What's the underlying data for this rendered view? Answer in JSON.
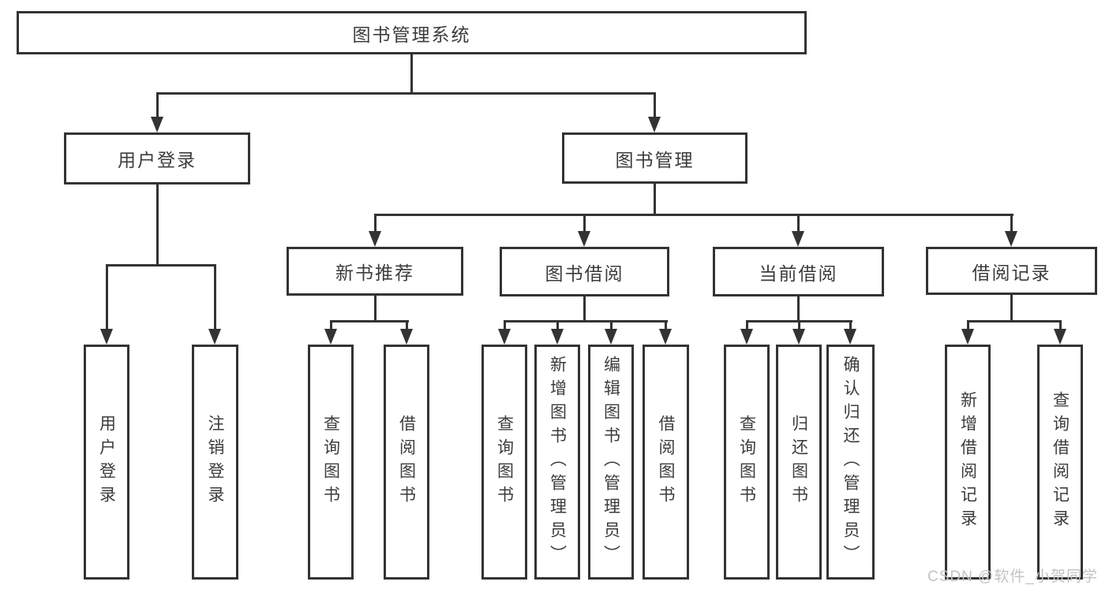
{
  "colors": {
    "line": "#333333",
    "text": "#3c3c3c",
    "background": "#ffffff",
    "watermark": "#c3c3c3"
  },
  "tree": {
    "label": "图书管理系统",
    "children": [
      {
        "label": "用户登录",
        "children": [
          {
            "label": "用户登录"
          },
          {
            "label": "注销登录"
          }
        ]
      },
      {
        "label": "图书管理",
        "children": [
          {
            "label": "新书推荐",
            "children": [
              {
                "label": "查询图书"
              },
              {
                "label": "借阅图书"
              }
            ]
          },
          {
            "label": "图书借阅",
            "children": [
              {
                "label": "查询图书"
              },
              {
                "label": "新增图书（管理员）"
              },
              {
                "label": "编辑图书（管理员）"
              },
              {
                "label": "借阅图书"
              }
            ]
          },
          {
            "label": "当前借阅",
            "children": [
              {
                "label": "查询图书"
              },
              {
                "label": "归还图书"
              },
              {
                "label": "确认归还（管理员）"
              }
            ]
          },
          {
            "label": "借阅记录",
            "children": [
              {
                "label": "新增借阅记录"
              },
              {
                "label": "查询借阅记录"
              }
            ]
          }
        ]
      }
    ]
  },
  "watermark": {
    "text": "CSDN @软件_小贺同学"
  }
}
